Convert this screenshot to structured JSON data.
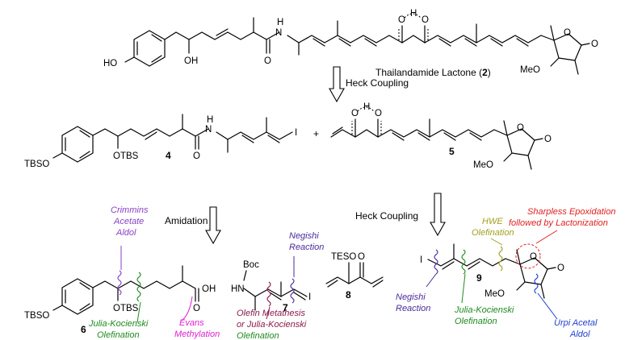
{
  "compounds": {
    "target": {
      "name": "Thailandamide Lactone (",
      "number": "2",
      "suffix": ")"
    },
    "c4": {
      "number": "4"
    },
    "c5": {
      "number": "5"
    },
    "c6": {
      "number": "6"
    },
    "c7": {
      "number": "7"
    },
    "c8": {
      "number": "8"
    },
    "c9": {
      "number": "9"
    }
  },
  "steps": {
    "heck1": "Heck Coupling",
    "heck2": "Heck Coupling",
    "amidation": "Amidation",
    "plus": "+"
  },
  "atoms": {
    "HO": "HO",
    "OH": "OH",
    "O": "O",
    "H": "H",
    "N": "N",
    "NH": "HN",
    "MeO": "MeO",
    "OTBS": "OTBS",
    "TBSO": "TBSO",
    "I": "I",
    "Boc": "Boc",
    "TESO": "TESO"
  },
  "annotations": {
    "crimmins": [
      "Crimmins",
      "Acetate",
      "Aldol"
    ],
    "julia6": [
      "Julia-Kocienski",
      "Olefination"
    ],
    "evans": [
      "Evans",
      "Methylation"
    ],
    "negishi7": [
      "Negishi",
      "Reaction"
    ],
    "olefin7": [
      "Olefin Metathesis",
      "or Julia-Kocienski",
      "Olefination"
    ],
    "hwe": [
      "HWE",
      "Olefination"
    ],
    "sharpless": [
      "Sharpless Epoxidation",
      "followed by Lactonization"
    ],
    "negishi9": [
      "Negishi",
      "Reaction"
    ],
    "julia9": [
      "Julia-Kocienski",
      "Olefination"
    ],
    "urpi": [
      "Urpi Acetal",
      "Aldol"
    ]
  },
  "colors": {
    "purple": "#8b3fc6",
    "green": "#1f8a1f",
    "magenta": "#e020d0",
    "indigo": "#4b2a9b",
    "maroon": "#8b1a4a",
    "olive": "#a0a020",
    "red": "#e02020",
    "blue": "#2040d0"
  }
}
